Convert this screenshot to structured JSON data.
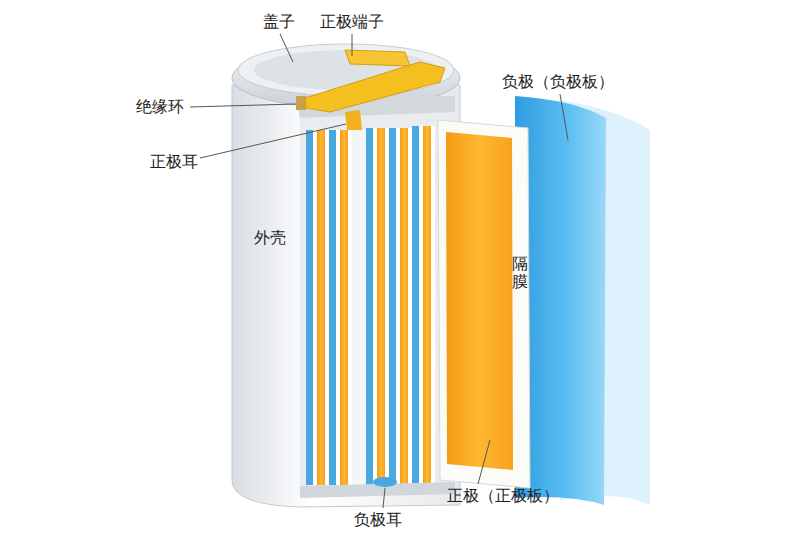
{
  "diagram": {
    "labels": [
      "盖子",
      "正极端子",
      "绝缘环",
      "正极耳",
      "外壳",
      "负极（负极板）",
      "隔膜",
      "正极（正极板）",
      "负极耳"
    ]
  }
}
